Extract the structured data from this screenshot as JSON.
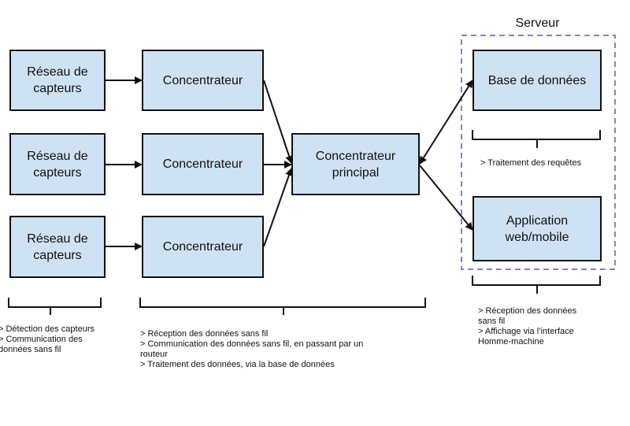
{
  "colors": {
    "box_fill": "#cfe2f3",
    "box_border": "#111111",
    "server_frame": "#8e7cc3",
    "text": "#111111"
  },
  "server": {
    "title": "Serveur"
  },
  "boxes": {
    "sensor_network_1": "Réseau de\ncapteurs",
    "sensor_network_2": "Réseau de\ncapteurs",
    "sensor_network_3": "Réseau de\ncapteurs",
    "concentrator_1": "Concentrateur",
    "concentrator_2": "Concentrateur",
    "concentrator_3": "Concentrateur",
    "main_concentrator": "Concentrateur\nprincipal",
    "database": "Base de données",
    "application": "Application\nweb/mobile"
  },
  "notes": {
    "sensors": "> Détection des capteurs\n> Communication des\ndonnées sans fil",
    "concentrators": "> Réception des données sans fil\n> Communication des données sans fil, en passant par un\nrouteur\n> Traitement des données, via la base de données",
    "database": "> Traitement des requêtes",
    "application": "> Réception des données\nsans fil\n> Affichage via l’interface\nHomme-machine"
  }
}
